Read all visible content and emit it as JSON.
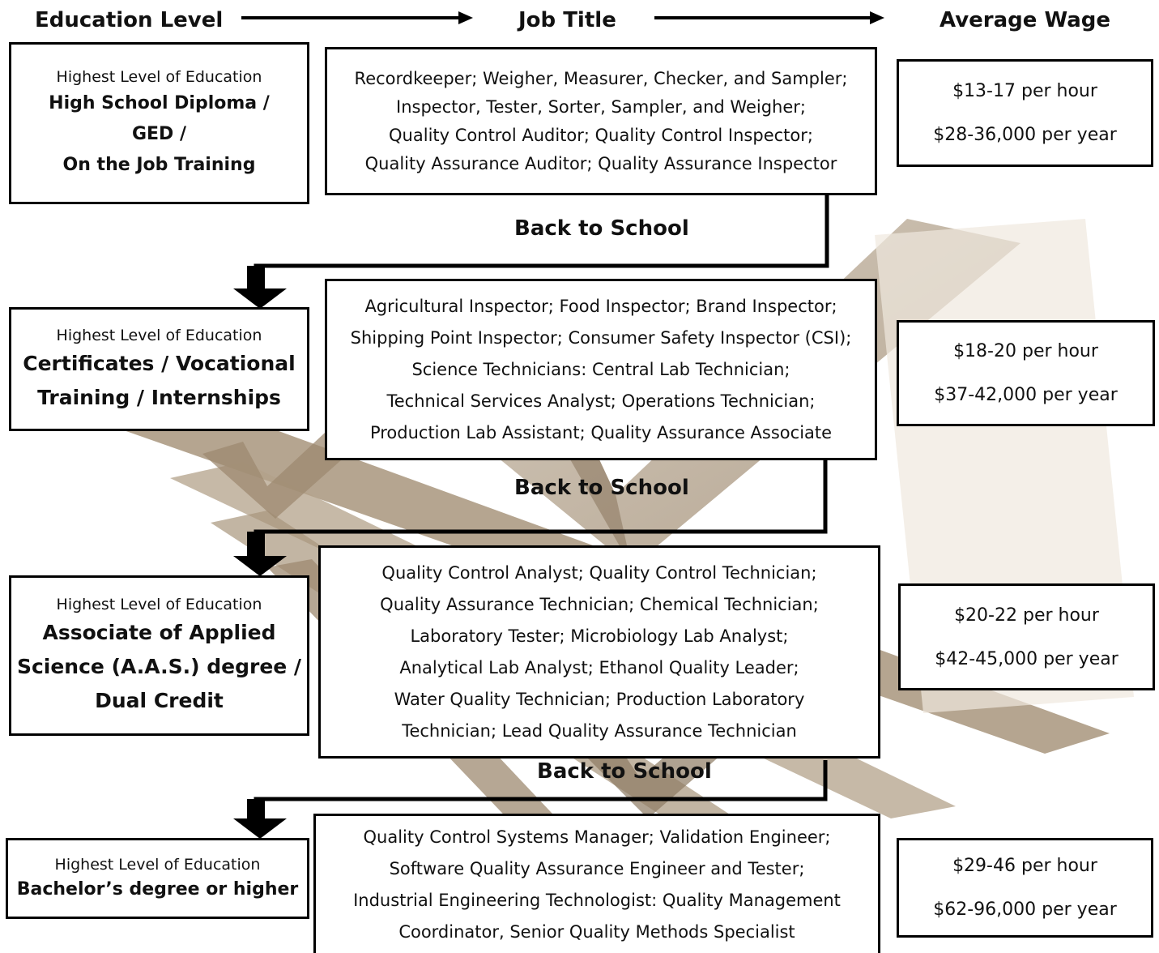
{
  "headers": {
    "education": "Education Level",
    "job": "Job Title",
    "wage": "Average Wage"
  },
  "back_label": "Back to School",
  "colors": {
    "accent": "#a08c73",
    "line": "#000000"
  },
  "levels": [
    {
      "small": "Highest Level of Education",
      "big": [
        "High School Diploma /",
        "GED /",
        "On the Job Training"
      ],
      "jobs": [
        "Recordkeeper; Weigher, Measurer, Checker, and Sampler;",
        "Inspector, Tester, Sorter,  Sampler, and Weigher;",
        "Quality Control Auditor; Quality Control Inspector;",
        "Quality Assurance Auditor; Quality Assurance Inspector"
      ],
      "wage": [
        "$13-17 per hour",
        "$28-36,000 per year"
      ]
    },
    {
      "small": "Highest Level of Education",
      "big": [
        "Certificates / Vocational",
        "Training / Internships"
      ],
      "jobs": [
        "Agricultural Inspector; Food Inspector; Brand Inspector;",
        "Shipping Point Inspector; Consumer Safety Inspector (CSI);",
        "Science Technicians: Central Lab Technician;",
        "Technical Services Analyst; Operations Technician;",
        "Production Lab Assistant; Quality Assurance Associate"
      ],
      "wage": [
        "$18-20 per hour",
        "$37-42,000 per year"
      ]
    },
    {
      "small": "Highest Level of Education",
      "big": [
        "Associate of Applied",
        "Science (A.A.S.) degree /",
        "Dual Credit"
      ],
      "jobs": [
        "Quality Control Analyst; Quality Control Technician;",
        "Quality Assurance Technician; Chemical Technician;",
        "Laboratory Tester; Microbiology Lab Analyst;",
        "Analytical Lab Analyst; Ethanol Quality Leader;",
        "Water Quality Technician; Production Laboratory",
        "Technician; Lead Quality Assurance Technician"
      ],
      "wage": [
        "$20-22 per hour",
        "$42-45,000 per year"
      ]
    },
    {
      "small": "Highest Level of Education",
      "big": [
        "Bachelor’s degree  or higher"
      ],
      "jobs": [
        "Quality Control Systems Manager; Validation Engineer;",
        "Software Quality Assurance Engineer and Tester;",
        "Industrial Engineering Technologist: Quality Management",
        "Coordinator, Senior Quality Methods Specialist"
      ],
      "wage": [
        "$29-46 per hour",
        "$62-96,000 per year"
      ]
    }
  ]
}
